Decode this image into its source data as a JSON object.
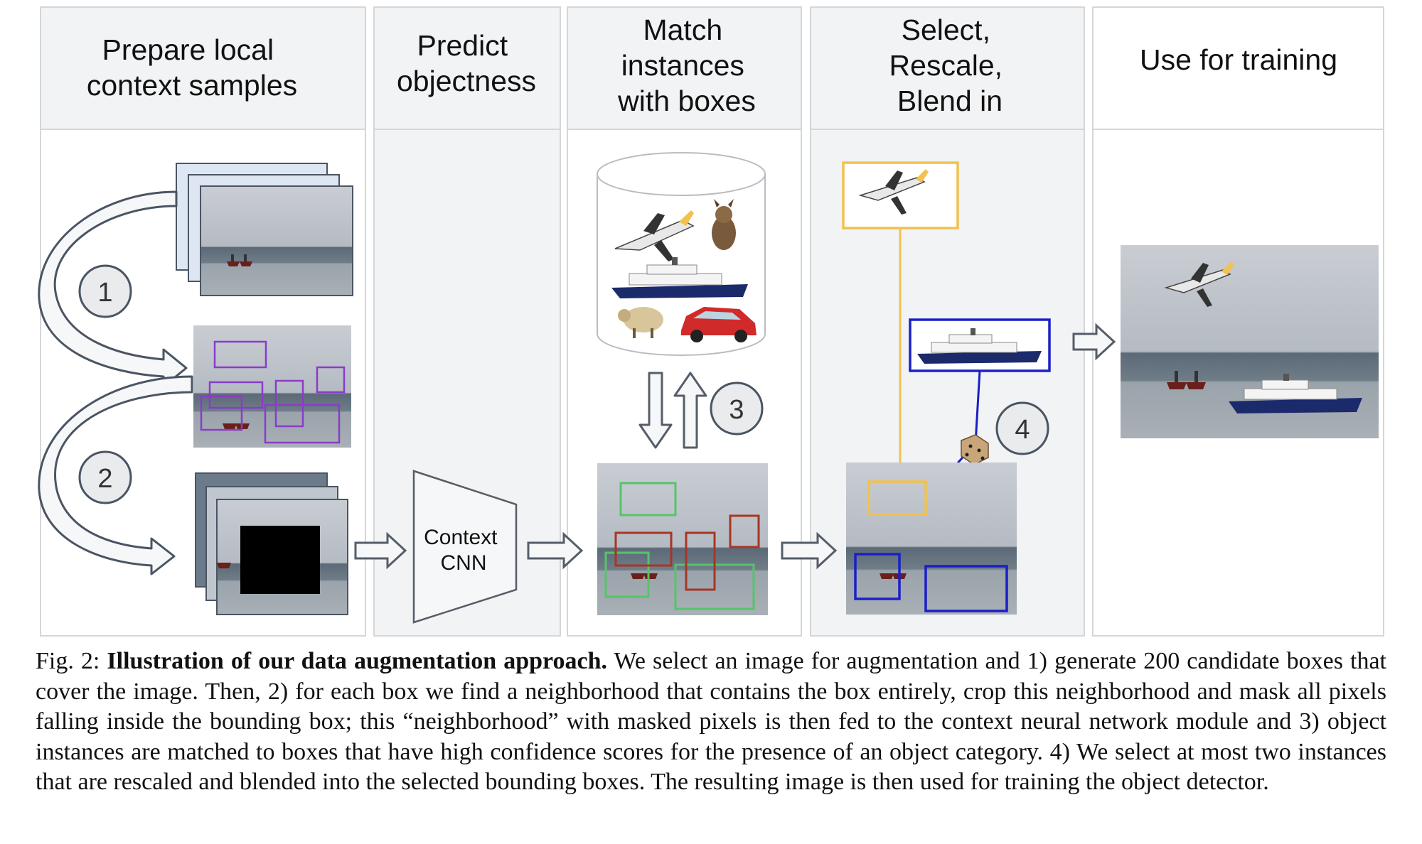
{
  "columns": [
    {
      "title_lines": [
        "Prepare local",
        "context samples"
      ]
    },
    {
      "title_lines": [
        "Predict",
        "objectness"
      ]
    },
    {
      "title_lines": [
        "Match",
        "instances",
        "with boxes"
      ]
    },
    {
      "title_lines": [
        "Select,",
        "Rescale,",
        "Blend in"
      ]
    },
    {
      "title_lines": [
        "Use for training"
      ]
    }
  ],
  "steps": [
    "1",
    "2",
    "3",
    "4"
  ],
  "cnn": {
    "label_lines": [
      "Context",
      "CNN"
    ]
  },
  "caption": {
    "fig_label": "Fig. 2: ",
    "bold_title": "Illustration of our data augmentation approach.",
    "body": " We select an image for augmentation and 1) generate 200 candidate boxes that cover the image. Then, 2) for each box we find a neighborhood that contains the box entirely, crop this neighborhood and mask all pixels falling inside the bounding box; this “neighborhood” with masked pixels is then fed to the context neural network module and 3) object instances are matched to boxes that have high confidence scores for the presence of an object category. 4) We select at most two instances that are rescaled and blended into the selected bounding boxes. The resulting image is then used for training the object detector."
  },
  "colors": {
    "panel_bg": "#f1f3f4",
    "panel_border": "#d4d6d8",
    "purple_box": "#8a3cc9",
    "green_box": "#55c46a",
    "red_box": "#a83524",
    "blue_box": "#1a1fc8",
    "yellow_box": "#f2c14e",
    "arrow_gray": "#555e68"
  }
}
